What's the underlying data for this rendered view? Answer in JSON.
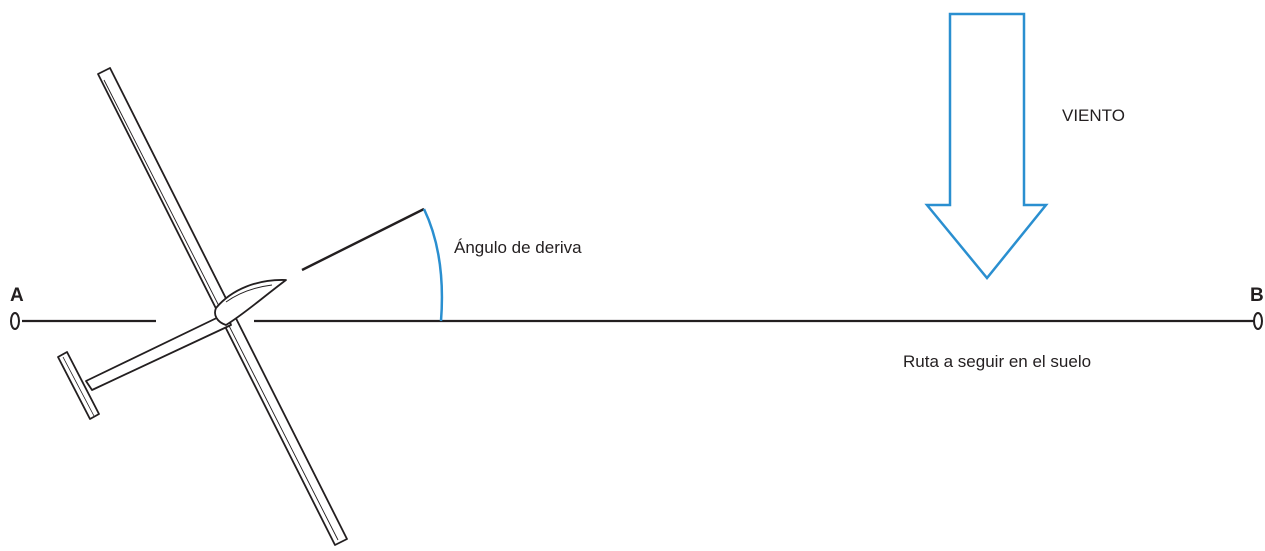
{
  "labels": {
    "point_a": "A",
    "point_b": "B",
    "wind": "VIENTO",
    "drift_angle": "Ángulo de deriva",
    "ground_track": "Ruta a seguir en el suelo"
  },
  "icons": {
    "aircraft": "glider-icon",
    "wind_arrow": "down-arrow-icon"
  },
  "colors": {
    "line": "#231f20",
    "accent": "#2a8fd0"
  }
}
